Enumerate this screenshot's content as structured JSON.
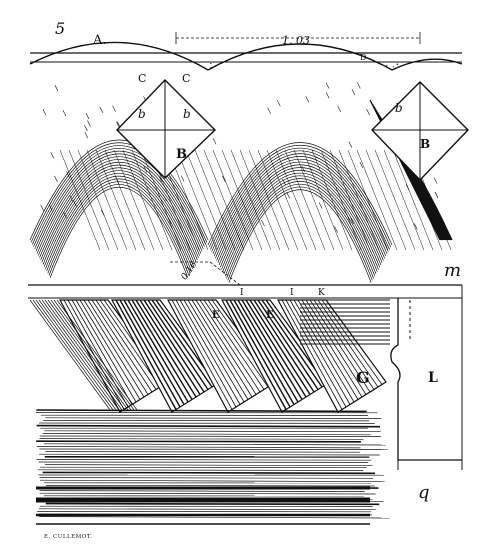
{
  "figure": {
    "number": "5",
    "ink_color": "#111111",
    "paper_color": "#ffffff",
    "dimensions": {
      "span": "1, 03",
      "offset": "0,16"
    },
    "labels": {
      "A": "A.",
      "B1": "B",
      "B2": "B",
      "b1": "b",
      "b2": "b",
      "b3": "b",
      "C1": "C",
      "C2": "C",
      "D": "D",
      "E1": "E",
      "E2": "E",
      "I1": "I",
      "I2": "I",
      "K": "K",
      "G": "G",
      "L": "L",
      "m": "m",
      "q": "q"
    },
    "engraver": "E. CULLEMOT."
  }
}
